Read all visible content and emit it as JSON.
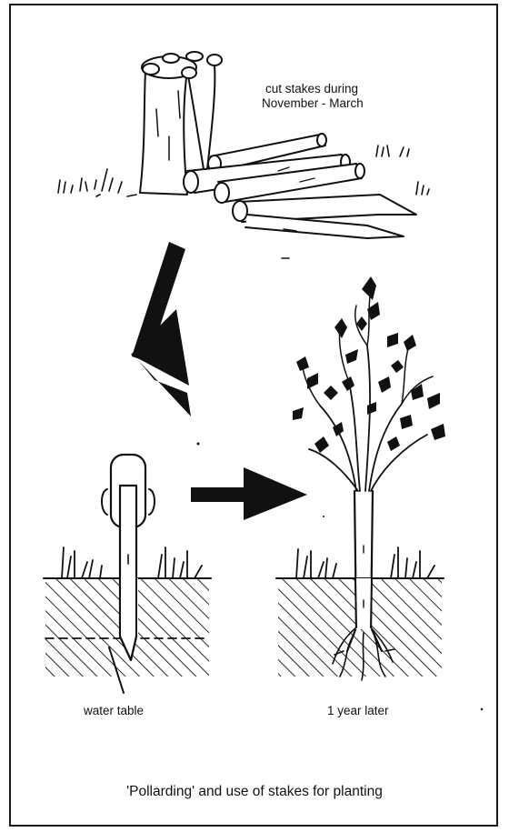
{
  "diagram": {
    "top_label_line1": "cut stakes during",
    "top_label_line2": "November - March",
    "water_table_label": "water table",
    "later_label": "1 year later",
    "caption": "'Pollarding' and use of stakes for planting"
  }
}
